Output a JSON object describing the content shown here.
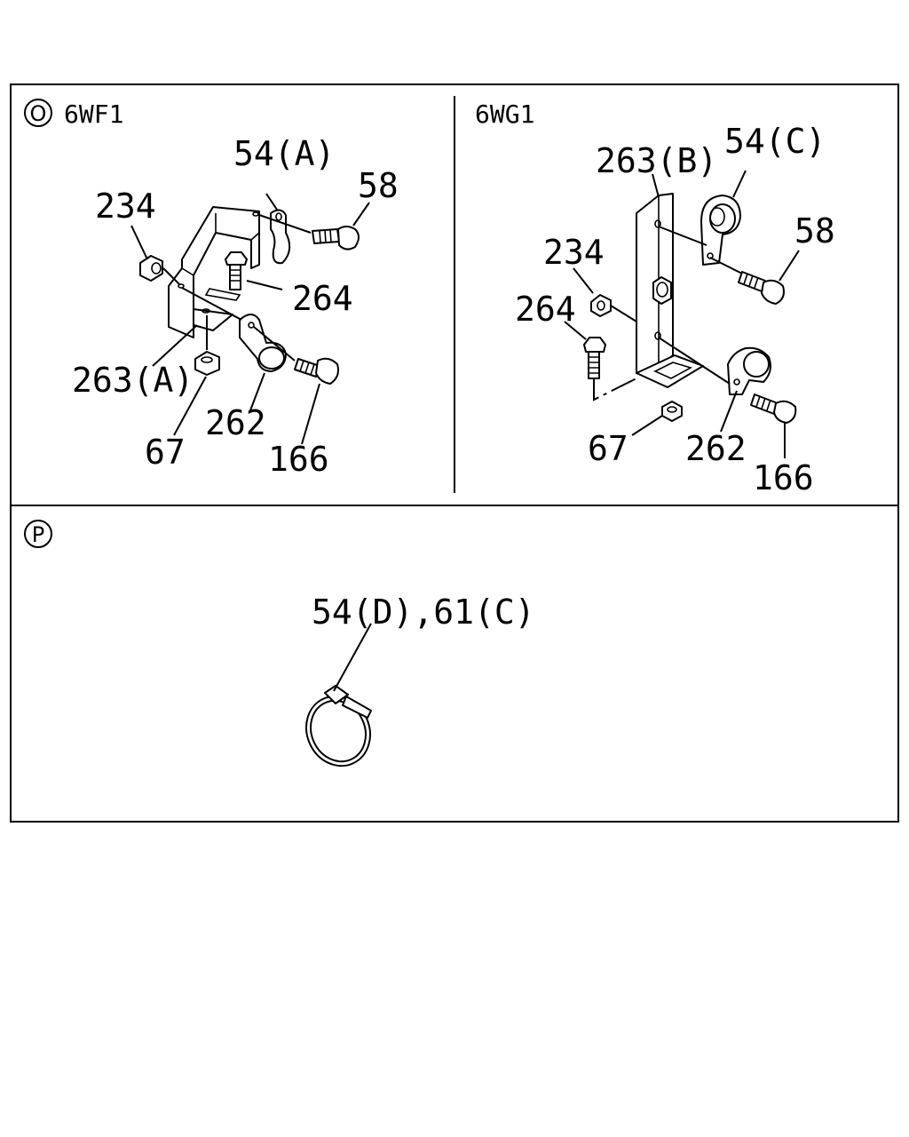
{
  "panels": {
    "top_left": {
      "marker": "O",
      "model": "6WF1",
      "labels": {
        "a": "54(A)",
        "b": "58",
        "c": "234",
        "d": "264",
        "e": "263(A)",
        "f": "262",
        "g": "67",
        "h": "166"
      }
    },
    "top_right": {
      "model": "6WG1",
      "labels": {
        "a": "263(B)",
        "b": "54(C)",
        "c": "234",
        "d": "58",
        "e": "264",
        "f": "67",
        "g": "262",
        "h": "166"
      }
    },
    "bottom": {
      "marker": "P",
      "labels": {
        "a": "54(D),61(C)"
      }
    }
  },
  "colors": {
    "line": "#000000",
    "background": "#ffffff"
  }
}
